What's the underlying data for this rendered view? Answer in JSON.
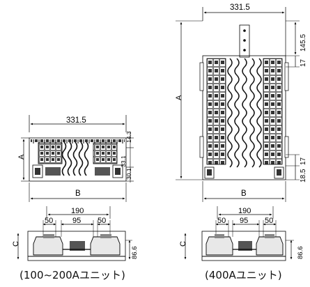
{
  "units": {
    "small": {
      "width": "331.5",
      "height_label": "A",
      "depth_label": "B",
      "dim_top": "14.3",
      "dim_mid": "33.1",
      "dim_bot": "30.1",
      "pitch_total": "190",
      "pitch_left": "50",
      "pitch_center": "95",
      "pitch_right": "50",
      "side_label": "C",
      "side_height": "86.6",
      "caption": "(100~200Aユニット)"
    },
    "large": {
      "width": "331.5",
      "height_label": "A",
      "depth_label": "B",
      "dim_top": "145.5",
      "dim_upper": "17",
      "dim_lower": "17",
      "dim_bottom": "18.5",
      "pitch_total": "190",
      "pitch_left": "50",
      "pitch_center": "95",
      "pitch_right": "50",
      "side_label": "C",
      "side_height": "86.6",
      "caption": "(400Aユニット)"
    }
  }
}
